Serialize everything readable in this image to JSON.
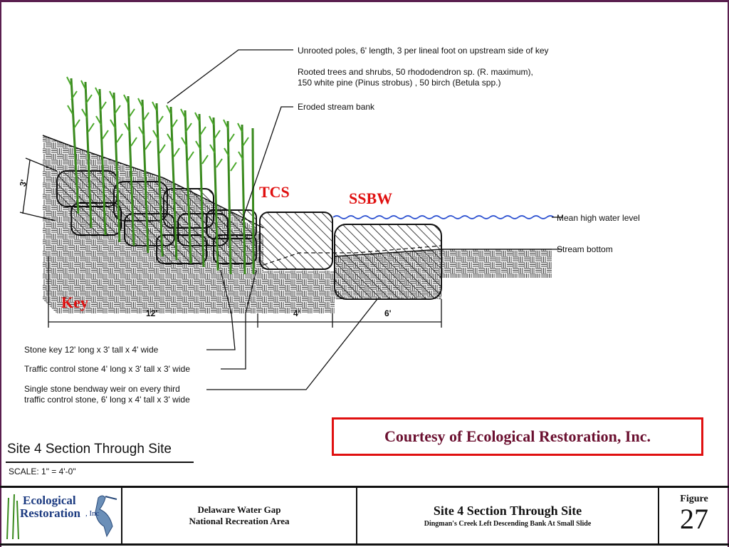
{
  "labels": {
    "unrooted_poles": "Unrooted poles,  6' length, 3 per lineal foot on upstream side of key",
    "rooted_trees_1": "Rooted trees and shrubs, 50 rhododendron sp. (R. maximum),",
    "rooted_trees_2": "150 white pine (Pinus strobus) , 50 birch (Betula spp.)",
    "eroded_bank": "Eroded stream bank",
    "mean_high_water": "Mean high water level",
    "stream_bottom": "Stream bottom",
    "stone_key": "Stone key 12' long x 3' tall x 4' wide",
    "traffic_control": "Traffic control stone 4' long x 3' tall x 3' wide",
    "single_stone_1": "Single stone bendway weir on every third",
    "single_stone_2": "traffic control stone, 6' long x 4' tall x 3' wide"
  },
  "markers": {
    "tcs": "TCS",
    "ssbw": "SSBW",
    "key": "Key"
  },
  "dimensions": {
    "height": "3'",
    "key_length": "12'",
    "tcs_length": "4'",
    "ssbw_length": "6'"
  },
  "courtesy": "Courtesy of Ecological Restoration, Inc.",
  "site_title": "Site 4 Section Through Site",
  "scale": "SCALE: 1\" = 4'-0\"",
  "title_block": {
    "logo_line1": "Ecological",
    "logo_line2": "Restoration",
    "logo_inc": ", Inc",
    "park_line1": "Delaware Water Gap",
    "park_line2": "National Recreation Area",
    "site_title": "Site 4 Section Through Site",
    "site_subtitle": "Dingman's Creek Left Descending Bank At Small Slide",
    "figure_label": "Figure",
    "figure_number": "27"
  },
  "colors": {
    "accent_red": "#e01010",
    "frame": "#5a1f4f",
    "water": "#2a4fd0",
    "vegetation": "#3a8a1e"
  }
}
